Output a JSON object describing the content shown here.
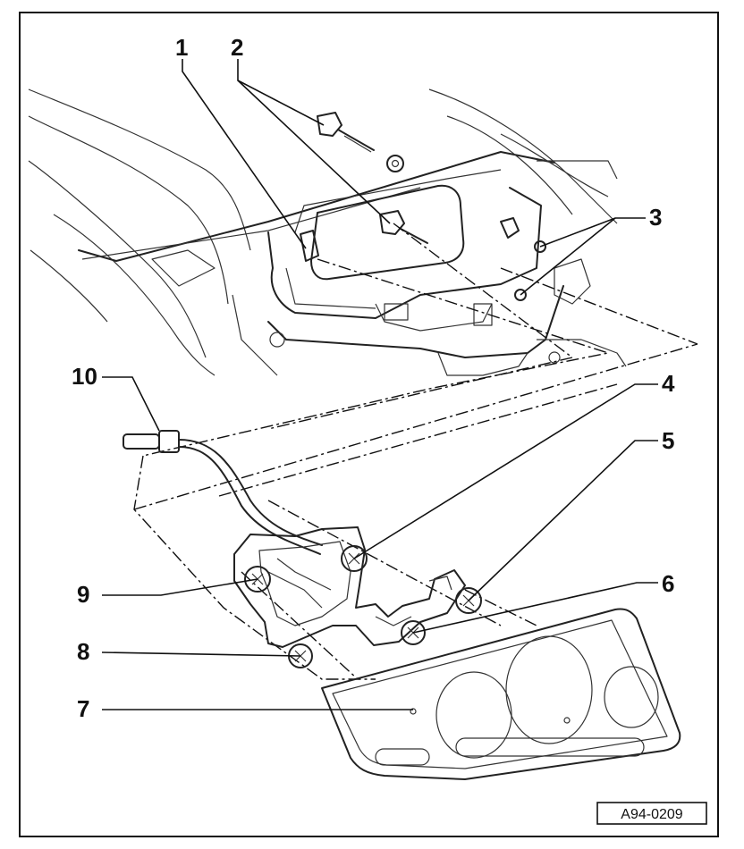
{
  "callouts": [
    {
      "id": "1",
      "label": "1"
    },
    {
      "id": "2",
      "label": "2"
    },
    {
      "id": "3",
      "label": "3"
    },
    {
      "id": "4",
      "label": "4"
    },
    {
      "id": "5",
      "label": "5"
    },
    {
      "id": "6",
      "label": "6"
    },
    {
      "id": "7",
      "label": "7"
    },
    {
      "id": "8",
      "label": "8"
    },
    {
      "id": "9",
      "label": "9"
    },
    {
      "id": "10",
      "label": "10"
    }
  ],
  "figure_ref": "A94-0209"
}
